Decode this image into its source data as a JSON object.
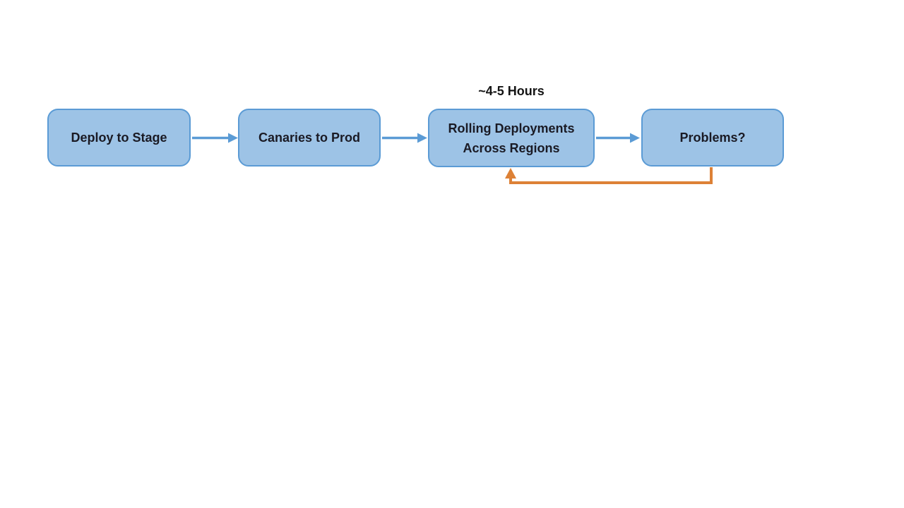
{
  "diagram": {
    "kind": "flowchart",
    "annotation": {
      "duration_label": "~4-5 Hours",
      "applies_to": "rolling-deployments"
    },
    "nodes": [
      {
        "id": "deploy-to-stage",
        "label": "Deploy to Stage"
      },
      {
        "id": "canaries-to-prod",
        "label": "Canaries to Prod"
      },
      {
        "id": "rolling-deployments",
        "label": "Rolling Deployments Across Regions"
      },
      {
        "id": "problems",
        "label": "Problems?"
      }
    ],
    "connectors": [
      {
        "from": "deploy-to-stage",
        "to": "canaries-to-prod",
        "style": "forward-arrow",
        "color": "#5B9BD5"
      },
      {
        "from": "canaries-to-prod",
        "to": "rolling-deployments",
        "style": "forward-arrow",
        "color": "#5B9BD5"
      },
      {
        "from": "rolling-deployments",
        "to": "problems",
        "style": "forward-arrow",
        "color": "#5B9BD5"
      },
      {
        "from": "problems",
        "to": "rolling-deployments",
        "style": "feedback-elbow",
        "color": "#DD8136"
      }
    ]
  },
  "theme": {
    "background": "#FFFFFF",
    "node_fill": "#9DC3E6",
    "node_border": "#5B9BD5",
    "node_text": "#1A1A24",
    "connector_blue": "#5B9BD5",
    "feedback_orange": "#DD8136"
  }
}
